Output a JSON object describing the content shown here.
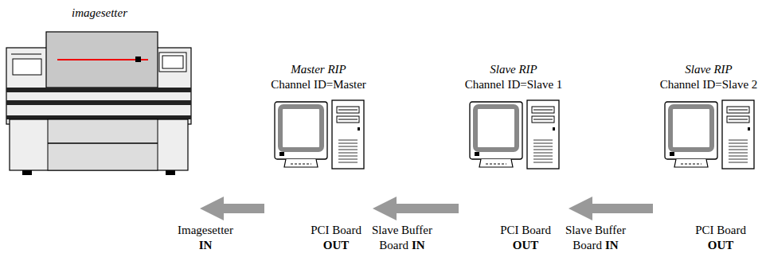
{
  "diagram": {
    "nodes": [
      {
        "text": [
          "imagesetter"
        ]
      },
      {
        "text": [
          "Master RIP",
          "Channel ID=Master"
        ]
      },
      {
        "text": [
          "Slave RIP",
          "Channel ID=Slave 1"
        ]
      },
      {
        "text": [
          "Slave RIP",
          "Channel ID=Slave 2"
        ]
      }
    ],
    "edges": [
      {
        "from": 3,
        "to": 2,
        "arrow": "to"
      },
      {
        "from": 2,
        "to": 1,
        "arrow": "to"
      },
      {
        "from": 1,
        "to": 0,
        "arrow": "to"
      }
    ],
    "labels": [
      "Imagesetter",
      "IN",
      "PCI Board",
      "OUT",
      "Slave Buffer Board",
      "IN",
      "PCI Board",
      "OUT",
      "Slave Buffer Board",
      "IN",
      "PCI Board",
      "OUT"
    ]
  }
}
